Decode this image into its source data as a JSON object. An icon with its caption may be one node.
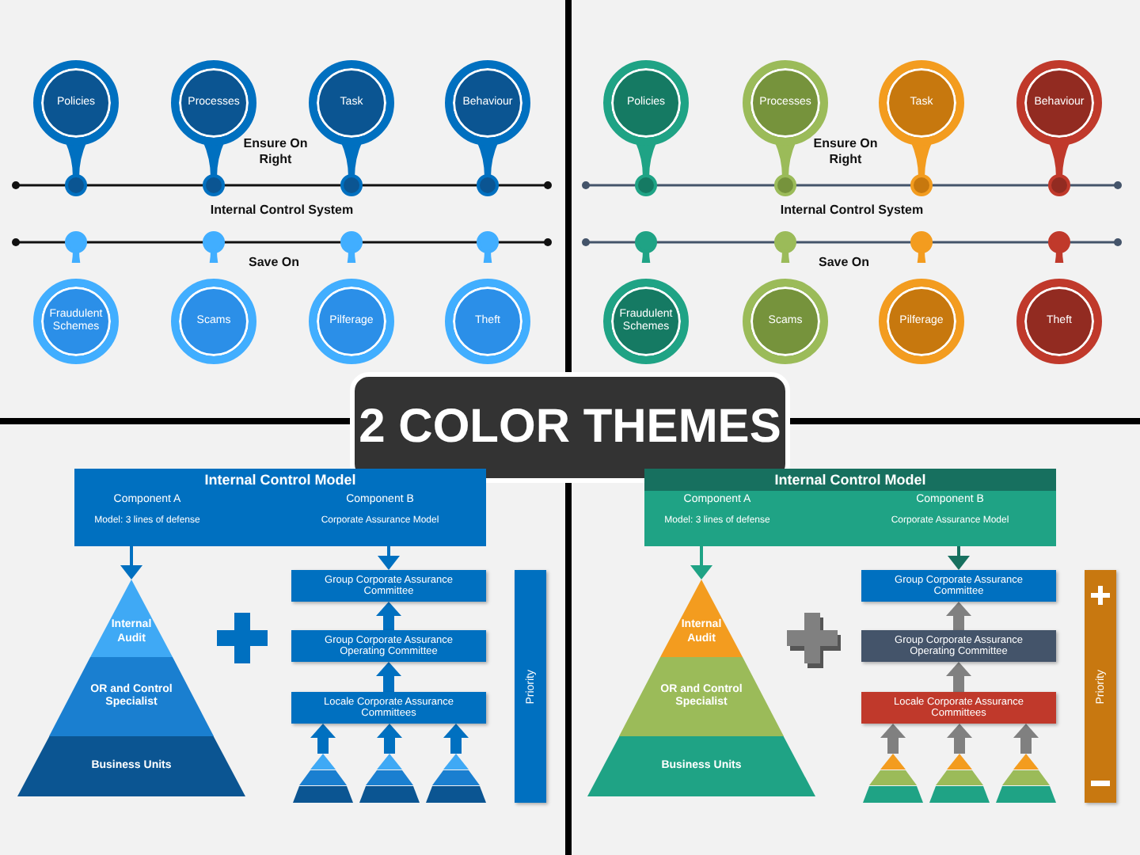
{
  "diagram": {
    "nodes": [
      {
        "text": [
          "Policies"
        ]
      },
      {
        "text": [
          "Processes"
        ]
      },
      {
        "text": [
          "Task"
        ]
      },
      {
        "text": [
          "Behaviour"
        ]
      },
      {
        "text": [
          "Fraudulent Schemes"
        ]
      },
      {
        "text": [
          "Scams"
        ]
      },
      {
        "text": [
          "Pilferage"
        ]
      },
      {
        "text": [
          "Theft"
        ]
      },
      {
        "text": [
          "Policies"
        ]
      },
      {
        "text": [
          "Processes"
        ]
      },
      {
        "text": [
          "Task"
        ]
      },
      {
        "text": [
          "Behaviour"
        ]
      },
      {
        "text": [
          "Fraudulent Schemes"
        ]
      },
      {
        "text": [
          "Scams"
        ]
      },
      {
        "text": [
          "Pilferage"
        ]
      },
      {
        "text": [
          "Theft"
        ]
      },
      {
        "text": [
          "2 COLOR THEMES"
        ]
      },
      {
        "text": [
          "Internal Control Model",
          "Component A",
          "Model: 3 lines of defense",
          "Component B",
          "Corporate Assurance Model"
        ]
      },
      {
        "text": [
          "Internal Audit"
        ]
      },
      {
        "text": [
          "OR and Control Specialist"
        ]
      },
      {
        "text": [
          "Business Units"
        ]
      },
      {
        "text": [
          "Group Corporate Assurance Committee"
        ]
      },
      {
        "text": [
          "Group Corporate Assurance Operating Committee"
        ]
      },
      {
        "text": [
          "Locale Corporate Assurance Committees"
        ]
      },
      {
        "text": [],
        "shape": "triangle"
      },
      {
        "text": [],
        "shape": "triangle"
      },
      {
        "text": [],
        "shape": "triangle"
      },
      {
        "text": [
          "Priority"
        ]
      },
      {
        "text": [
          "Internal Control Model",
          "Component A",
          "Model: 3 lines of defense",
          "Component B",
          "Corporate Assurance Model"
        ]
      },
      {
        "text": [
          "Internal Audit"
        ]
      },
      {
        "text": [
          "OR and Control Specialist"
        ]
      },
      {
        "text": [
          "Business Units"
        ]
      },
      {
        "text": [
          "Group Corporate Assurance Committee"
        ]
      },
      {
        "text": [
          "Group Corporate Assurance Operating Committee"
        ]
      },
      {
        "text": [
          "Locale Corporate Assurance Committees"
        ]
      },
      {
        "text": [],
        "shape": "triangle"
      },
      {
        "text": [],
        "shape": "triangle"
      },
      {
        "text": [],
        "shape": "triangle"
      },
      {
        "text": [
          "Priority"
        ]
      }
    ],
    "edges": [
      {
        "from": 17,
        "to": 18,
        "arrow": "to",
        "color": "#0070c0"
      },
      {
        "from": 17,
        "to": 21,
        "arrow": "to",
        "color": "#0070c0"
      },
      {
        "from": 22,
        "to": 21,
        "arrow": "to",
        "color": "#0070c0"
      },
      {
        "from": 23,
        "to": 22,
        "arrow": "to",
        "color": "#0070c0"
      },
      {
        "from": 24,
        "to": 23,
        "arrow": "to",
        "color": "#0070c0"
      },
      {
        "from": 25,
        "to": 23,
        "arrow": "to",
        "color": "#0070c0"
      },
      {
        "from": 26,
        "to": 23,
        "arrow": "to",
        "color": "#0070c0"
      },
      {
        "from": 28,
        "to": 29,
        "arrow": "to",
        "color": "#1fa385"
      },
      {
        "from": 28,
        "to": 32,
        "arrow": "to",
        "color": "#17705f"
      },
      {
        "from": 33,
        "to": 32,
        "arrow": "to",
        "color": "#808080"
      },
      {
        "from": 34,
        "to": 33,
        "arrow": "to",
        "color": "#808080"
      },
      {
        "from": 35,
        "to": 34,
        "arrow": "to",
        "color": "#808080"
      },
      {
        "from": 36,
        "to": 34,
        "arrow": "to",
        "color": "#808080"
      },
      {
        "from": 37,
        "to": 34,
        "arrow": "to",
        "color": "#808080"
      }
    ],
    "labels": [
      "Ensure On Right",
      "Internal Control System",
      "Save On",
      "Ensure On Right",
      "Internal Control System",
      "Save On"
    ]
  }
}
